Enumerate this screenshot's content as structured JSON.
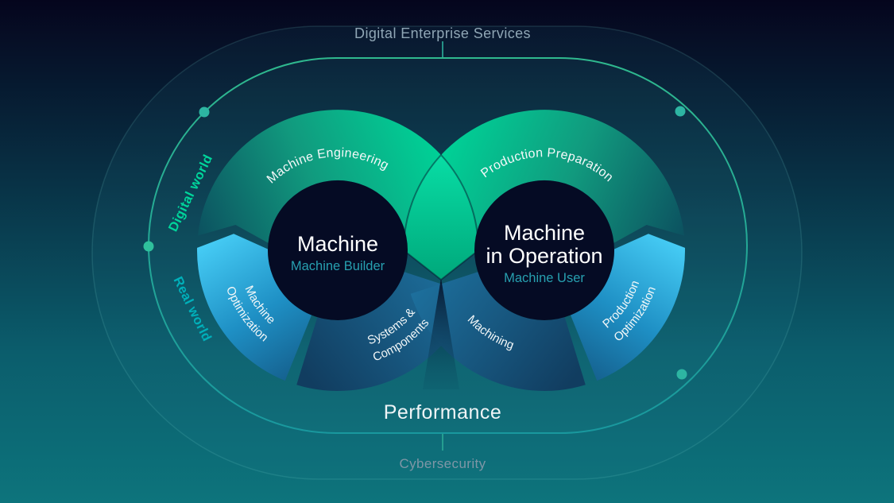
{
  "palette": {
    "accent_green": "#00d59b",
    "accent_cyan": "#3fc8f2",
    "frame_teal": "#2aa795",
    "label_gray": "#8fa6b5",
    "title_white": "#f2f7f8",
    "subtitle_teal": "#27a0b0",
    "lens_green": "#00cf95",
    "dark_navy": "#05051d",
    "bg_teal": "#0d747c"
  },
  "frame": {
    "top_label": "Digital Enterprise Services",
    "bottom_label": "Performance",
    "bottom_outer_label": "Cybersecurity",
    "left_top_label": "Digital world",
    "left_bottom_label": "Real world"
  },
  "left_loop": {
    "title": "Machine",
    "subtitle": "Machine Builder",
    "segments": {
      "engineering": {
        "label": "Machine Engineering"
      },
      "optimization": {
        "line1": "Machine",
        "line2": "Optimization"
      },
      "systems_components": {
        "line1": "Systems &",
        "line2": "Components"
      }
    }
  },
  "right_loop": {
    "title_line1": "Machine",
    "title_line2": "in Operation",
    "subtitle": "Machine User",
    "segments": {
      "preparation": {
        "label": "Production Preparation"
      },
      "optimization": {
        "line1": "Production",
        "line2": "Optimization"
      },
      "machining": {
        "label": "Machining"
      }
    }
  }
}
